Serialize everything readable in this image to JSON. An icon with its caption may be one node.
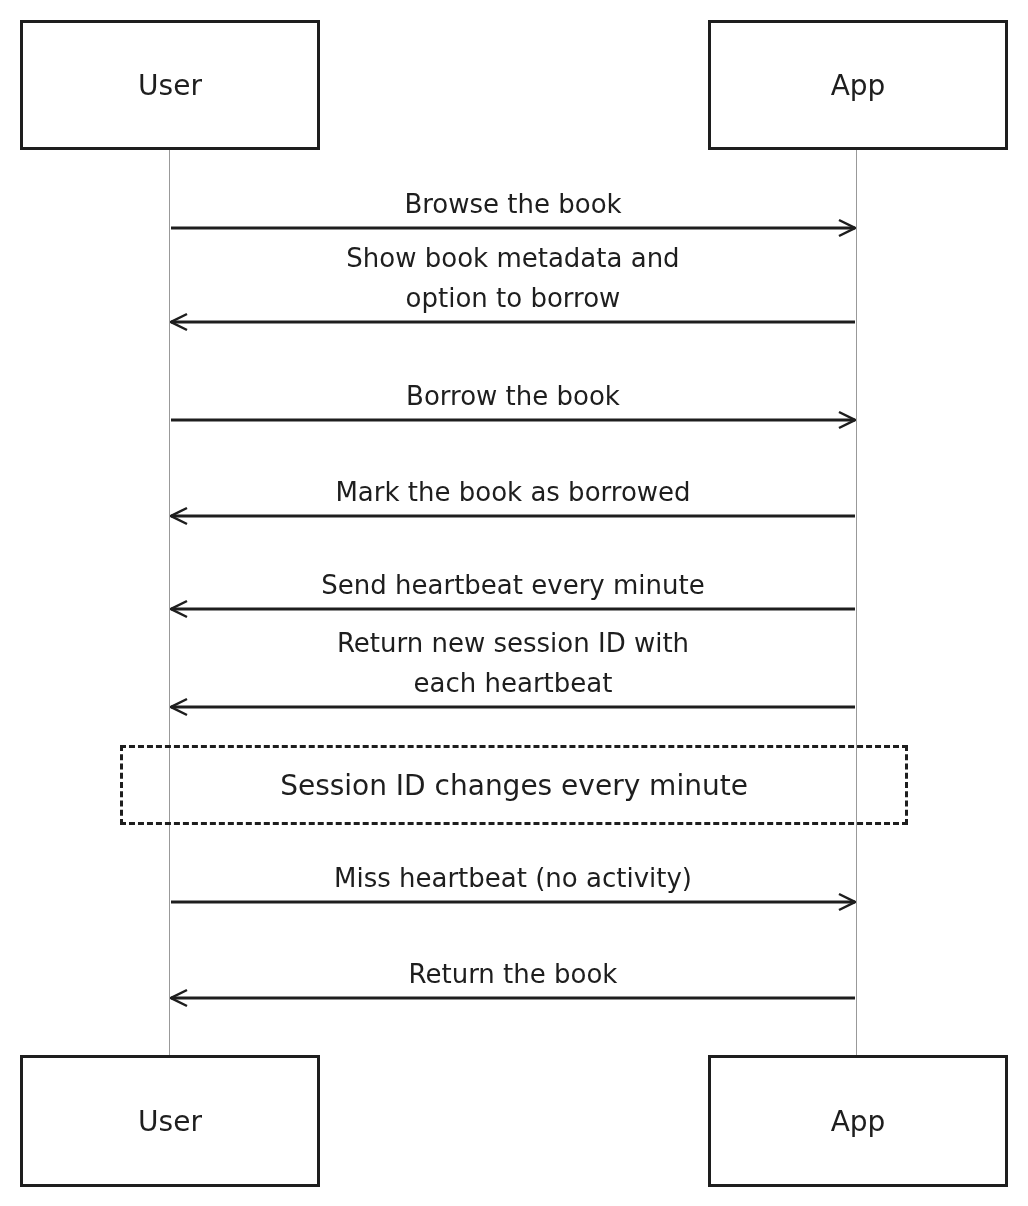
{
  "diagram": {
    "nodes": [
      {
        "text": [
          "User"
        ]
      },
      {
        "text": [
          "App"
        ]
      },
      {
        "text": [
          "User"
        ]
      },
      {
        "text": [
          "App"
        ]
      },
      {
        "text": [],
        "shape": "line"
      },
      {
        "text": [],
        "shape": "line"
      },
      {
        "text": [
          "Session ID changes every minute"
        ]
      }
    ],
    "edges": [
      {
        "from": 4,
        "to": 5,
        "arrow": "to",
        "label": "Browse the book"
      },
      {
        "from": 5,
        "to": 4,
        "arrow": "to",
        "label": "Show book metadata and option to borrow"
      },
      {
        "from": 4,
        "to": 5,
        "arrow": "to",
        "label": "Borrow the book"
      },
      {
        "from": 5,
        "to": 4,
        "arrow": "to",
        "label": "Mark the book as borrowed"
      },
      {
        "from": 5,
        "to": 4,
        "arrow": "to",
        "label": "Send heartbeat every minute"
      },
      {
        "from": 5,
        "to": 4,
        "arrow": "to",
        "label": "Return new session ID with each heartbeat"
      },
      {
        "from": 4,
        "to": 5,
        "arrow": "to",
        "label": "Miss heartbeat (no activity)"
      },
      {
        "from": 5,
        "to": 4,
        "arrow": "to",
        "label": "Return the book"
      }
    ]
  }
}
